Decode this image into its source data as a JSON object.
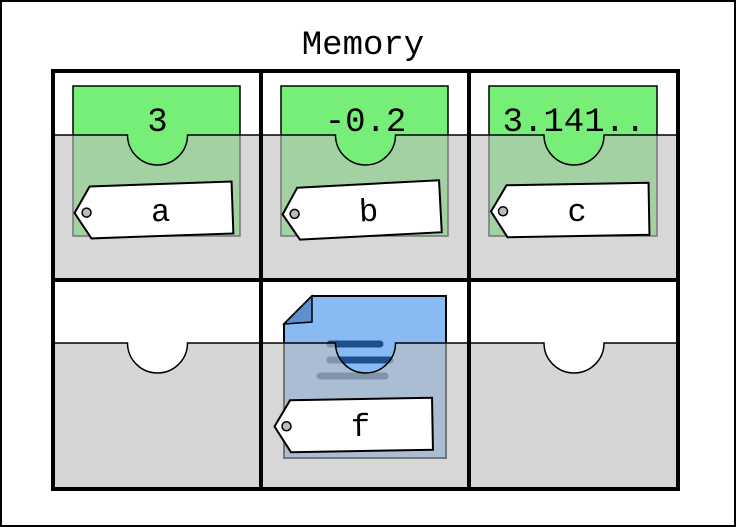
{
  "title": "Memory",
  "cells": [
    {
      "row": 0,
      "col": 0,
      "kind": "value",
      "value": "3",
      "label": "a"
    },
    {
      "row": 0,
      "col": 1,
      "kind": "value",
      "value": "-0.2",
      "label": "b"
    },
    {
      "row": 0,
      "col": 2,
      "kind": "value",
      "value": "3.141..",
      "label": "c"
    },
    {
      "row": 1,
      "col": 0,
      "kind": "empty"
    },
    {
      "row": 1,
      "col": 1,
      "kind": "function",
      "label": "f"
    },
    {
      "row": 1,
      "col": 2,
      "kind": "empty"
    }
  ],
  "colors": {
    "value_card": "#77ee77",
    "function_doc": "#88bbf4",
    "function_fold": "#5e90cf",
    "function_lines": "#1e4f8c",
    "pocket": "#d6d6d6",
    "pocket_overlay": "rgba(190,190,190,0.62)",
    "border": "#000000"
  },
  "icons": {
    "function_item": "document-icon",
    "tag": "tag-icon"
  }
}
